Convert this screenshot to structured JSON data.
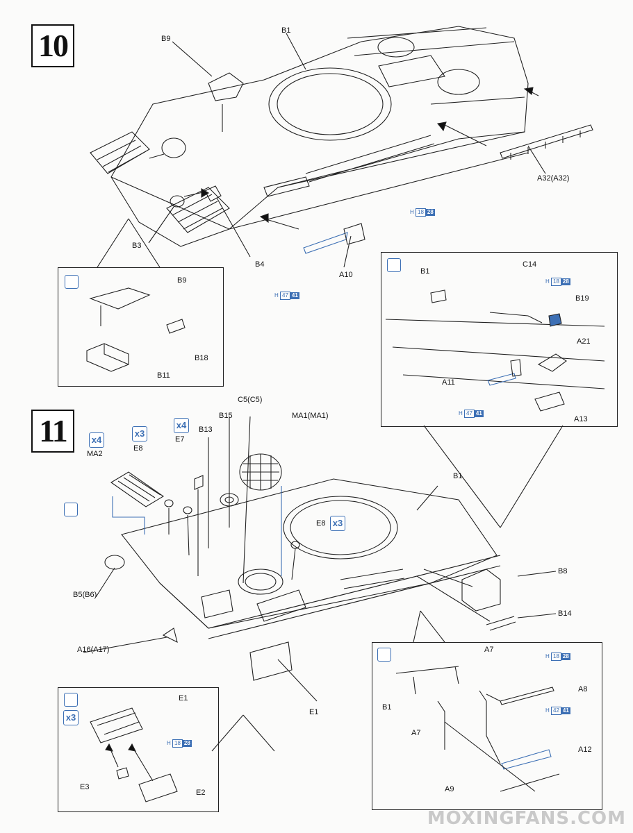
{
  "steps": [
    {
      "number": "10"
    },
    {
      "number": "11"
    }
  ],
  "step10": {
    "labels": {
      "b9": "B9",
      "b1": "B1",
      "a32": "A32(A32)",
      "b3": "B3",
      "b4": "B4",
      "a10": "A10"
    },
    "paint_a10_top": {
      "code": "H",
      "n1": "18",
      "n2": "28"
    },
    "paint_a10_bot": {
      "code": "H",
      "n1": "47",
      "n2": "41"
    },
    "inset_left": {
      "b9": "B9",
      "b18": "B18",
      "b11": "B11"
    },
    "inset_right": {
      "b1": "B1",
      "c14": "C14",
      "b19": "B19",
      "a21": "A21",
      "a11": "A11",
      "a13": "A13",
      "paint_c14": {
        "code": "H",
        "n1": "18",
        "n2": "28"
      },
      "paint_a11": {
        "code": "H",
        "n1": "47",
        "n2": "41"
      }
    }
  },
  "step11": {
    "labels": {
      "c5": "C5(C5)",
      "ma1": "MA1(MA1)",
      "b15": "B15",
      "b13": "B13",
      "e7": "E7",
      "e8": "E8",
      "ma2": "MA2",
      "b1": "B1",
      "e8b": "E8",
      "b8": "B8",
      "b14": "B14",
      "b5": "B5(B6)",
      "a16": "A16(A17)",
      "e1": "E1"
    },
    "qty": {
      "ma2": "x4",
      "e8": "x3",
      "e7": "x4",
      "e8b": "x3"
    },
    "inset_left": {
      "e1": "E1",
      "e3": "E3",
      "e2": "E2",
      "qty": "x3",
      "paint": {
        "code": "H",
        "n1": "18",
        "n2": "28"
      }
    },
    "inset_right": {
      "a7a": "A7",
      "a7b": "A7",
      "b1": "B1",
      "a8": "A8",
      "a12": "A12",
      "a9": "A9",
      "paint_a8": {
        "code": "H",
        "n1": "18",
        "n2": "28"
      },
      "paint_a12": {
        "code": "H",
        "n1": "42",
        "n2": "41"
      }
    }
  },
  "watermark": "MOXINGFANS.COM",
  "colors": {
    "ink": "#111111",
    "accent": "#3c6fb4",
    "paper": "#fbfbfa"
  }
}
